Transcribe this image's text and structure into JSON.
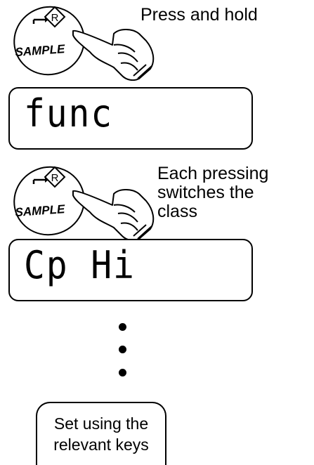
{
  "steps": [
    {
      "button_label": "SAMPLE",
      "caption_lines": [
        "Press and hold"
      ]
    },
    {
      "display": "func"
    },
    {
      "button_label": "SAMPLE",
      "caption_lines": [
        "Each pressing",
        "switches the",
        "class"
      ]
    },
    {
      "display": "Cp Hi"
    }
  ],
  "ellipsis_dots": 3,
  "note": {
    "lines": [
      "Set using the",
      "relevant keys"
    ]
  }
}
